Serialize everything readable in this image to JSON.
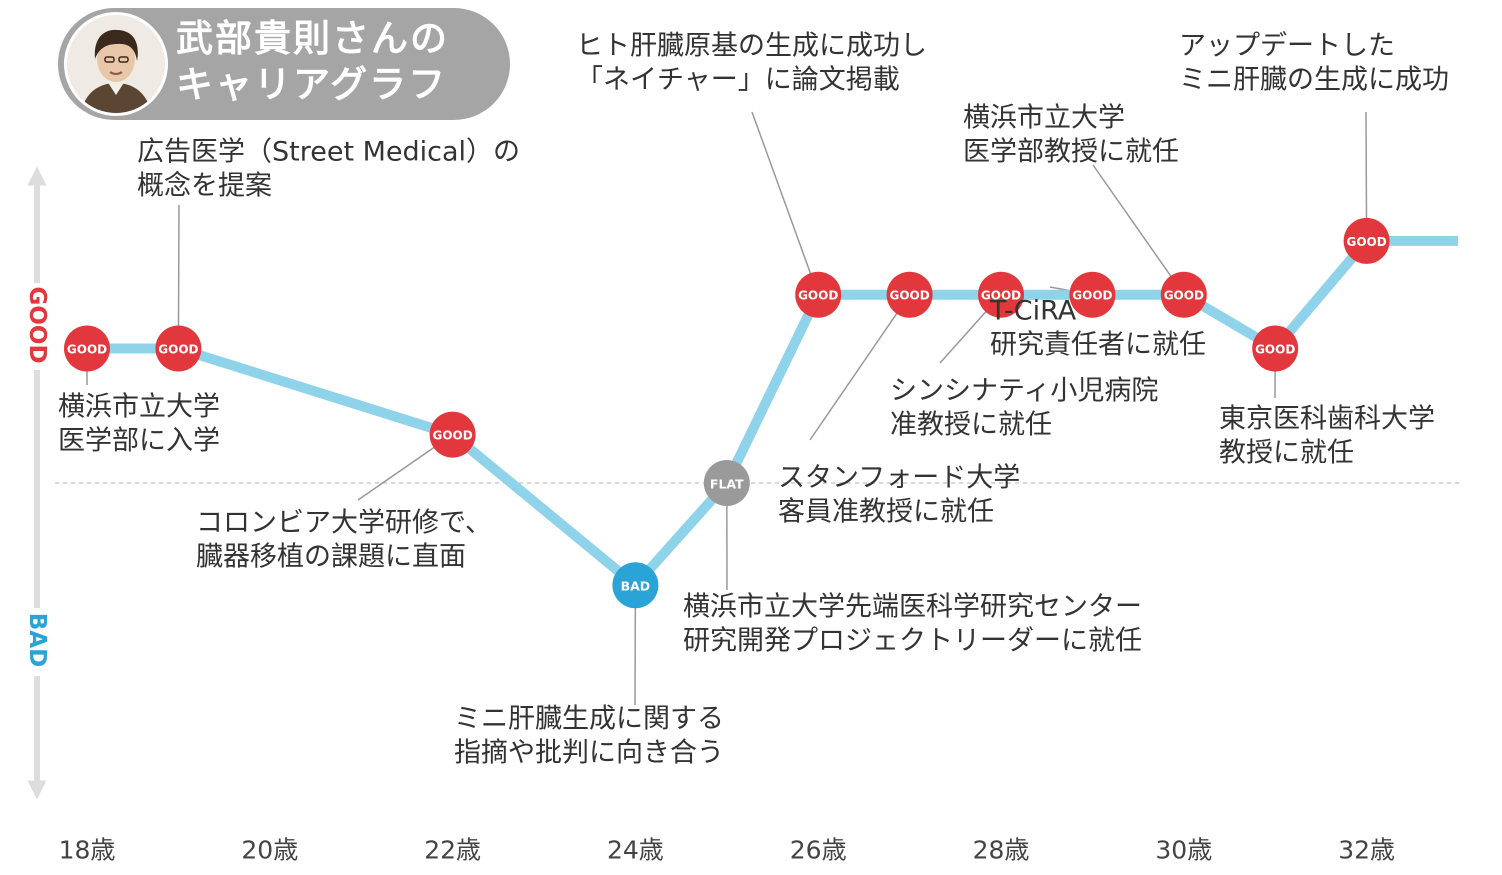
{
  "title": {
    "line1": "武部貴則さんの",
    "line2": "キャリアグラフ"
  },
  "chart_data": {
    "type": "line",
    "axis": {
      "good_label": "GOOD",
      "bad_label": "BAD"
    },
    "xticks": [
      "18歳",
      "20歳",
      "22歳",
      "24歳",
      "26歳",
      "28歳",
      "30歳",
      "32歳"
    ],
    "ylim": [
      -2,
      2
    ],
    "points": [
      {
        "x": 18,
        "y": 1.0,
        "status": "GOOD"
      },
      {
        "x": 19,
        "y": 1.0,
        "status": "GOOD"
      },
      {
        "x": 22,
        "y": 0.36,
        "status": "GOOD"
      },
      {
        "x": 24,
        "y": -0.76,
        "status": "BAD"
      },
      {
        "x": 25,
        "y": 0.0,
        "status": "FLAT"
      },
      {
        "x": 26,
        "y": 1.4,
        "status": "GOOD"
      },
      {
        "x": 27,
        "y": 1.4,
        "status": "GOOD"
      },
      {
        "x": 28,
        "y": 1.4,
        "status": "GOOD"
      },
      {
        "x": 29,
        "y": 1.4,
        "status": "GOOD"
      },
      {
        "x": 30,
        "y": 1.4,
        "status": "GOOD"
      },
      {
        "x": 31,
        "y": 1.0,
        "status": "GOOD"
      },
      {
        "x": 32,
        "y": 1.8,
        "status": "GOOD"
      }
    ],
    "line_end": {
      "x": 33,
      "y": 1.8
    },
    "annotations": [
      {
        "lines": [
          "横浜市立大学",
          "医学部に入学"
        ]
      },
      {
        "lines": [
          "広告医学（Street Medical）の",
          "概念を提案"
        ]
      },
      {
        "lines": [
          "コロンビア大学研修で、",
          "臓器移植の課題に直面"
        ]
      },
      {
        "lines": [
          "ミニ肝臓生成に関する",
          "指摘や批判に向き合う"
        ]
      },
      {
        "lines": [
          "横浜市立大学先端医科学研究センター",
          "研究開発プロジェクトリーダーに就任"
        ]
      },
      {
        "lines": [
          "ヒト肝臓原基の生成に成功し",
          "「ネイチャー」に論文掲載"
        ]
      },
      {
        "lines": [
          "スタンフォード大学",
          "客員准教授に就任"
        ]
      },
      {
        "lines": [
          "シンシナティ小児病院",
          "准教授に就任"
        ]
      },
      {
        "lines": [
          "T-CiRA",
          "研究責任者に就任"
        ]
      },
      {
        "lines": [
          "横浜市立大学",
          "医学部教授に就任"
        ]
      },
      {
        "lines": [
          "東京医科歯科大学",
          "教授に就任"
        ]
      },
      {
        "lines": [
          "アップデートした",
          "ミニ肝臓の生成に成功"
        ]
      }
    ],
    "colors": {
      "line": "#8ed3ea",
      "good": "#e2383d",
      "bad": "#2aa3d6",
      "flat": "#9a9a9a",
      "axis_arrow": "#dddddd",
      "baseline": "#cccccc",
      "leader": "#999999"
    }
  }
}
